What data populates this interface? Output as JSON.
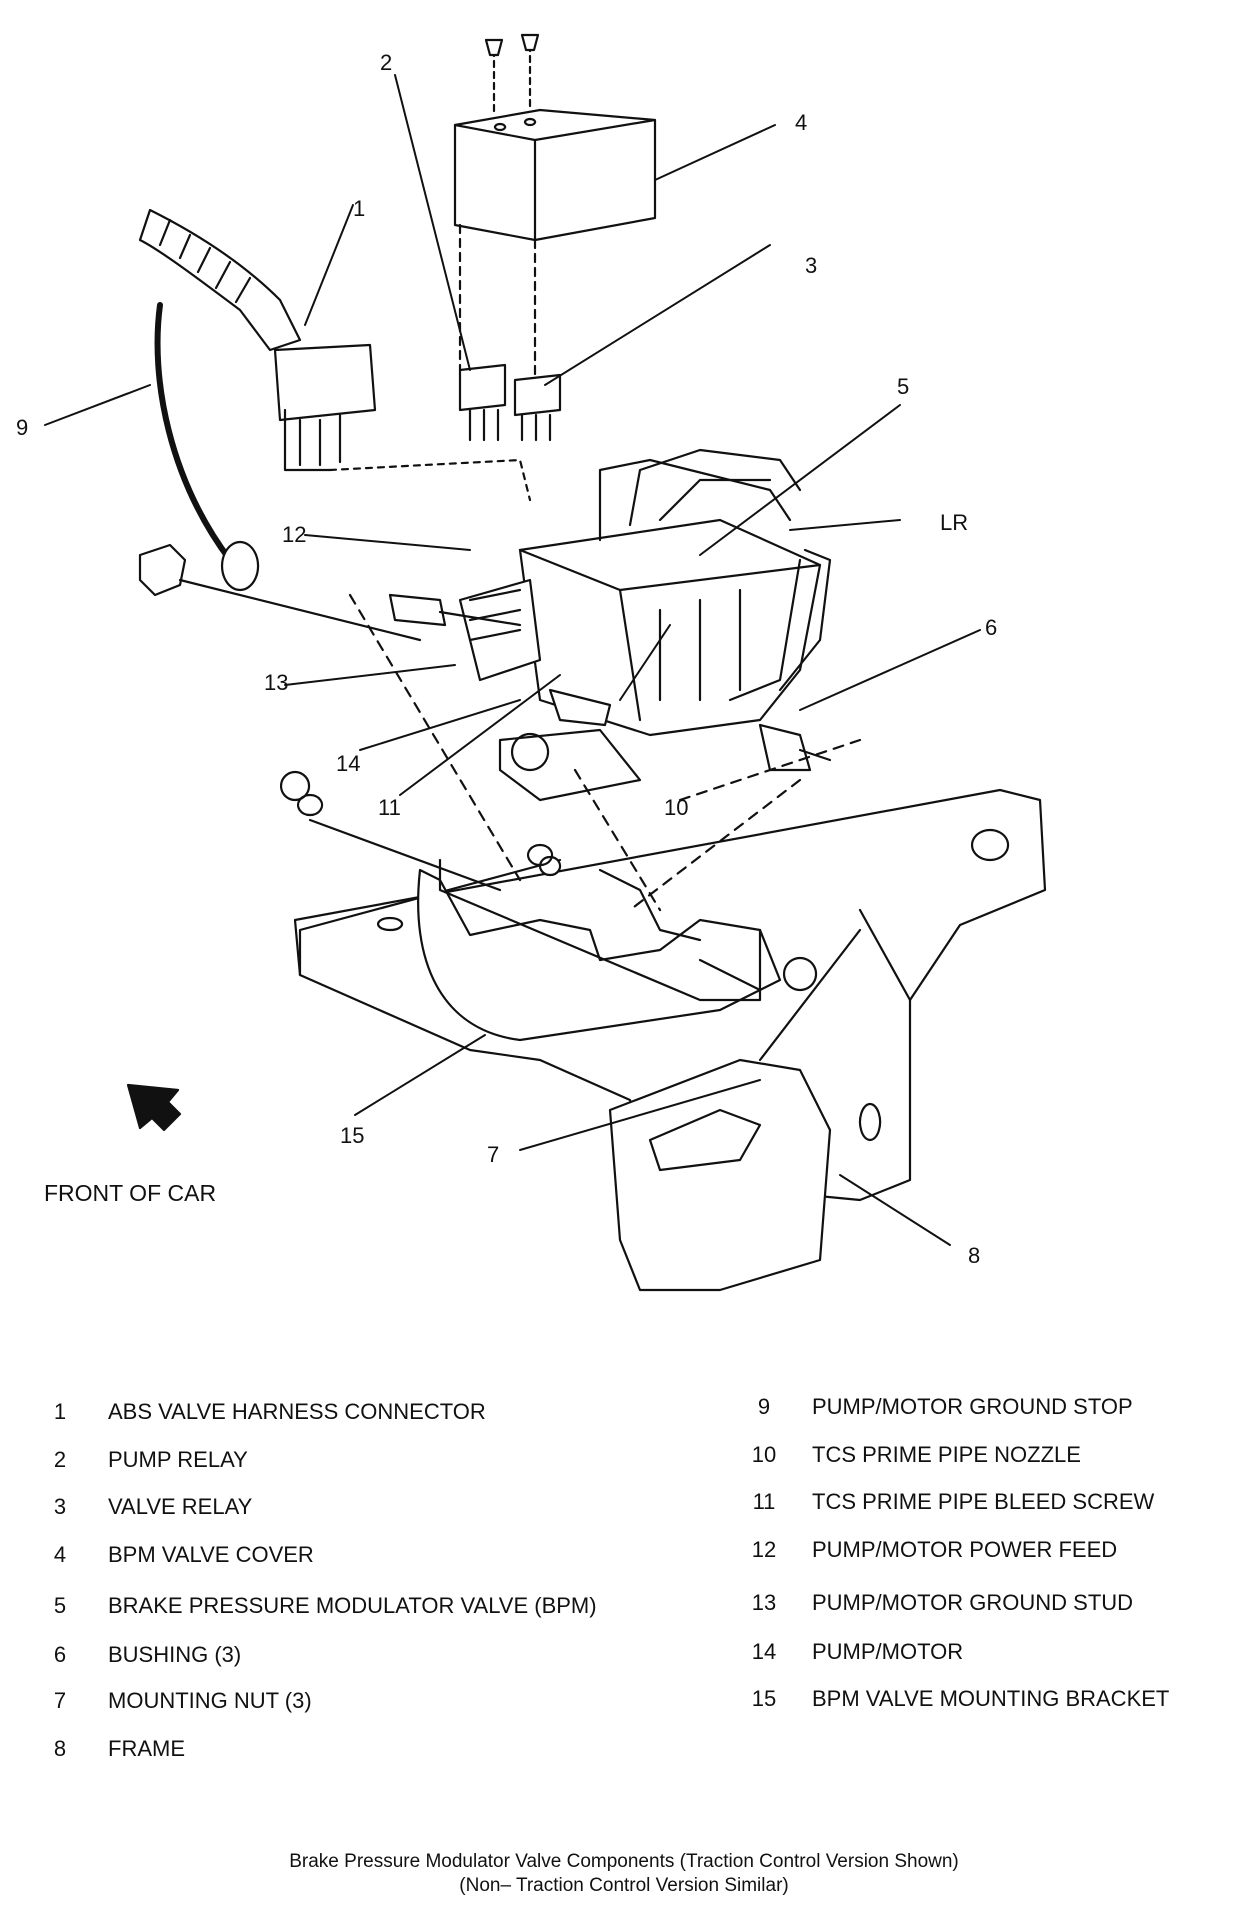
{
  "callouts": {
    "c1": "1",
    "c2": "2",
    "c3": "3",
    "c4": "4",
    "c5": "5",
    "c6": "6",
    "c7": "7",
    "c8": "8",
    "c9": "9",
    "c10": "10",
    "c11": "11",
    "c12": "12",
    "c13": "13",
    "c14": "14",
    "c15": "15",
    "lr": "LR"
  },
  "front_label": "FRONT OF CAR",
  "legend": [
    {
      "num": "1",
      "label": "ABS VALVE HARNESS CONNECTOR"
    },
    {
      "num": "2",
      "label": "PUMP RELAY"
    },
    {
      "num": "3",
      "label": "VALVE  RELAY"
    },
    {
      "num": "4",
      "label": "BPM VALVE COVER"
    },
    {
      "num": "5",
      "label": "BRAKE PRESSURE MODULATOR VALVE (BPM)"
    },
    {
      "num": "6",
      "label": "BUSHING (3)"
    },
    {
      "num": "7",
      "label": "MOUNTING NUT (3)"
    },
    {
      "num": "8",
      "label": "FRAME"
    },
    {
      "num": "9",
      "label": "PUMP/MOTOR GROUND STOP"
    },
    {
      "num": "10",
      "label": "TCS PRIME PIPE NOZZLE"
    },
    {
      "num": "11",
      "label": "TCS PRIME PIPE BLEED SCREW"
    },
    {
      "num": "12",
      "label": "PUMP/MOTOR POWER FEED"
    },
    {
      "num": "13",
      "label": "PUMP/MOTOR GROUND STUD"
    },
    {
      "num": "14",
      "label": "PUMP/MOTOR"
    },
    {
      "num": "15",
      "label": "BPM VALVE MOUNTING BRACKET"
    }
  ],
  "caption": {
    "line1": "Brake Pressure Modulator Valve Components (Traction Control Version Shown)",
    "line2": "(Non– Traction Control Version Similar)"
  }
}
